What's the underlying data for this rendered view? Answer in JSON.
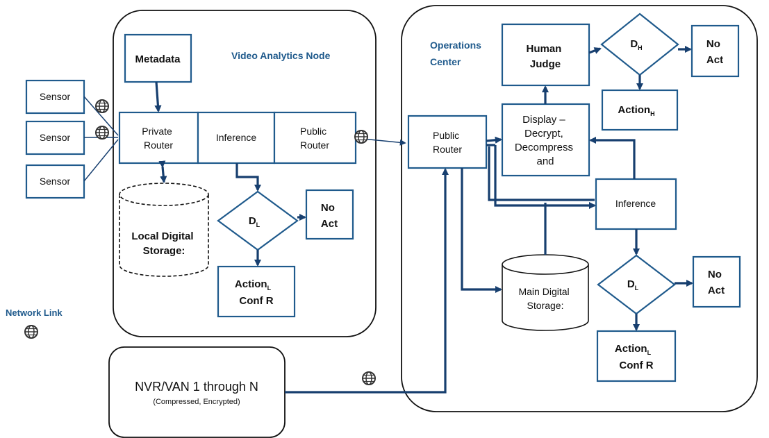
{
  "van": {
    "title": "Video Analytics Node",
    "metadata": "Metadata",
    "private_router": [
      "Private",
      "Router"
    ],
    "inference": "Inference",
    "public_router": [
      "Public",
      "Router"
    ],
    "local_storage": [
      "Local Digital",
      "Storage:"
    ],
    "decision": {
      "letter": "D",
      "sub": "L"
    },
    "no_act": [
      "No",
      "Act"
    ],
    "action": {
      "label": "Action",
      "sub": "L",
      "line2": "Conf R"
    }
  },
  "sensors": [
    "Sensor",
    "Sensor",
    "Sensor"
  ],
  "ops": {
    "title": [
      "Operations",
      "Center"
    ],
    "public_router": [
      "Public",
      "Router"
    ],
    "human_judge": [
      "Human",
      "Judge"
    ],
    "decision_h": {
      "letter": "D",
      "sub": "H"
    },
    "no_act_h": [
      "No",
      "Act"
    ],
    "action_h": {
      "label": "Action",
      "sub": "H"
    },
    "display": [
      "Display –",
      "Decrypt,",
      "Decompress",
      "and"
    ],
    "inference": "Inference",
    "main_storage": [
      "Main Digital",
      "Storage:"
    ],
    "decision_l": {
      "letter": "D",
      "sub": "L"
    },
    "no_act_l": [
      "No",
      "Act"
    ],
    "action_l": {
      "label": "Action",
      "sub": "L",
      "line2": "Conf R"
    }
  },
  "nvr": {
    "title": "NVR/VAN 1 through N",
    "subtitle": "(Compressed, Encrypted)"
  },
  "legend": {
    "label": "Network Link",
    "icon": "globe-icon"
  },
  "colors": {
    "box_stroke": "#1f5a8c",
    "arrow": "#173f6f",
    "title_text": "#1f5a8c",
    "container_stroke": "#111111"
  }
}
